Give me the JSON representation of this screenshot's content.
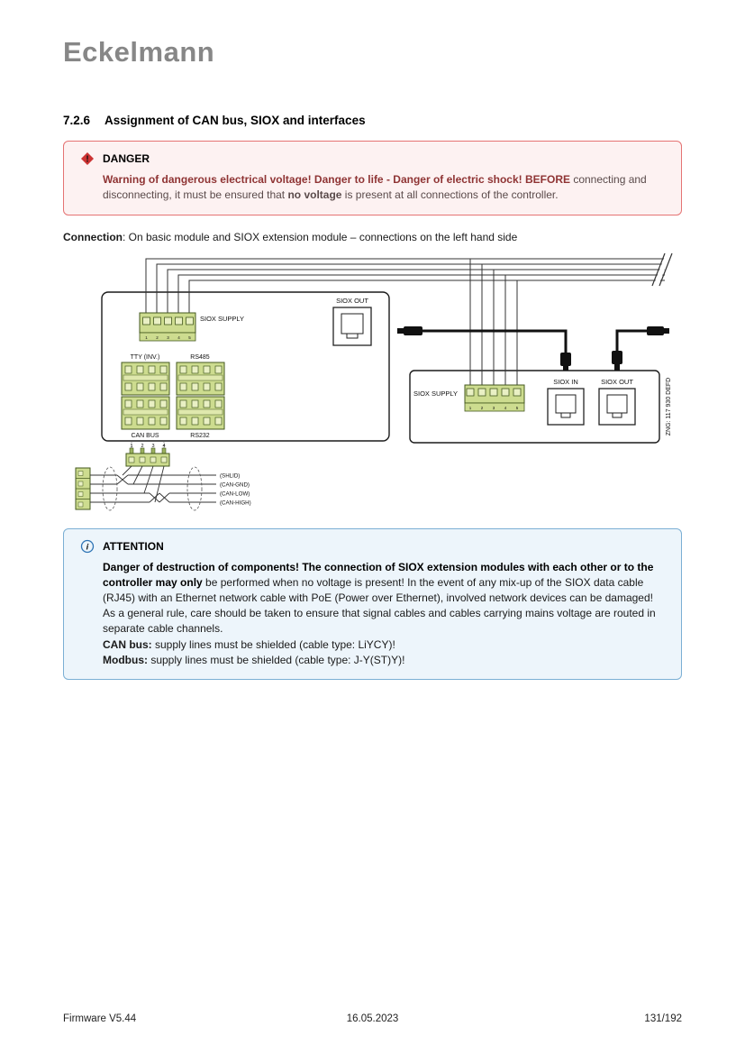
{
  "page": {
    "logo": "Eckelmann",
    "heading_number": "7.2.6",
    "heading_title": "Assignment of CAN bus, SIOX and interfaces"
  },
  "danger": {
    "title": "DANGER",
    "bold1": "Warning of dangerous electrical voltage! Danger to life - Danger of electric shock! BEFORE",
    "text1": " connecting and disconnecting, it must be ensured that ",
    "bold2": "no voltage",
    "text2": " is present at all connections of the controller."
  },
  "connection": {
    "label": "Connection",
    "text": ": On basic module and SIOX extension module – connections on the left hand side"
  },
  "diagram": {
    "left_module": {
      "siox_supply": "SIOX SUPPLY",
      "siox_out": "SIOX OUT",
      "tty": "TTY (INV.)",
      "rs485": "RS485",
      "can_bus": "CAN BUS",
      "rs232": "RS232",
      "pins": [
        "1",
        "2",
        "3",
        "4",
        "5"
      ]
    },
    "right_module": {
      "siox_supply": "SIOX SUPPLY",
      "siox_in": "SIOX IN",
      "siox_out": "SIOX OUT",
      "zng": "ZNG: 117 930 DEFD",
      "pins": [
        "1",
        "2",
        "3",
        "4",
        "5"
      ]
    },
    "can_detail": {
      "pins": [
        "1",
        "2",
        "3",
        "4"
      ],
      "wire_labels": [
        "(SHLID)",
        "(CAN-GND)",
        "(CAN-LOW)",
        "(CAN-HIGH)"
      ]
    }
  },
  "attention": {
    "title": "ATTENTION",
    "bold1": "Danger of destruction of components! The connection of SIOX extension modules with each other or to the controller may only",
    "text1": " be performed when no voltage is present! In the event of any mix-up of the SIOX data cable (RJ45) with an Ethernet network cable with PoE (Power over Ethernet), involved network devices can be damaged! As a general rule, care should be taken to ensure that signal cables and cables carrying mains voltage are routed in separate cable channels.",
    "can_label": "CAN bus:",
    "can_text": " supply lines must be shielded (cable type: LiYCY)!",
    "modbus_label": "Modbus:",
    "modbus_text": " supply lines must be shielded (cable type: J-Y(ST)Y)!"
  },
  "footer": {
    "left": "Firmware V5.44",
    "center": "16.05.2023",
    "right": "131/192"
  }
}
